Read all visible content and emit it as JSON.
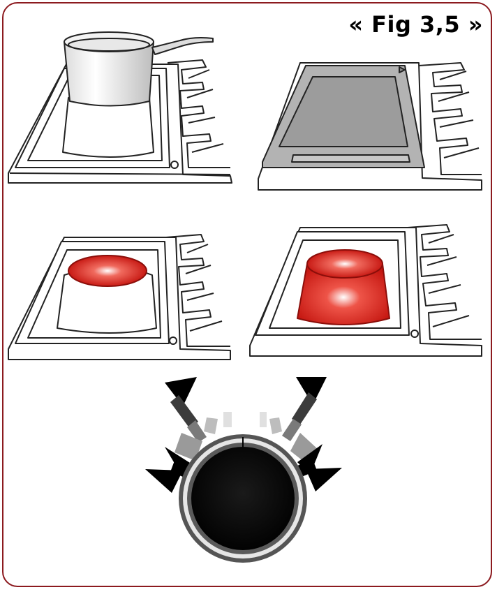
{
  "figure": {
    "label": "« Fig 3,5 »",
    "border_color": "#8c1a1f"
  },
  "panels": [
    {
      "id": "saucepan",
      "content": "pan-on-cooktop-plate"
    },
    {
      "id": "griddle",
      "content": "griddle-plate-on-cooktop"
    },
    {
      "id": "small-zone",
      "content": "heated-small-zone",
      "heat_color": "#d4201c"
    },
    {
      "id": "large-zone",
      "content": "heated-large-zone",
      "heat_color": "#d4201c"
    }
  ],
  "control_knob": {
    "icon": "rotary-knob",
    "directions": [
      "left",
      "right"
    ],
    "knob_color": "#000000",
    "arrow_color": "#000000"
  }
}
